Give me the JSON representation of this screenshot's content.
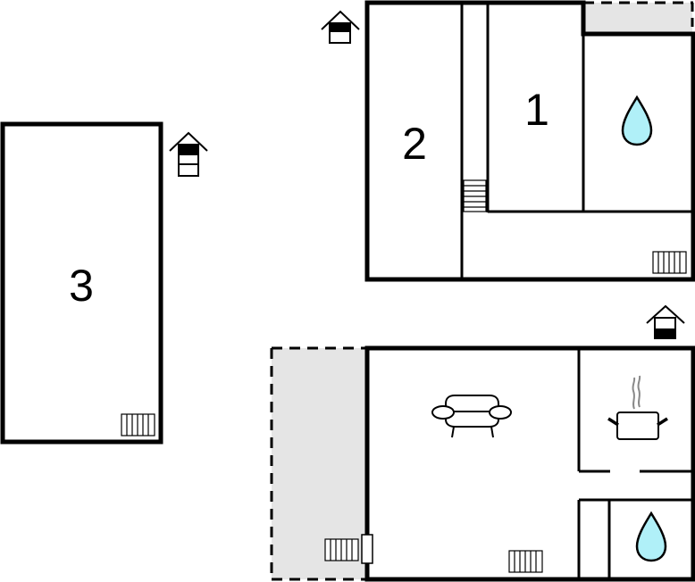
{
  "diagram": {
    "type": "floor-plan",
    "colors": {
      "wall": "#000000",
      "outdoor_area": "#e5e5e5",
      "water_drop": "#b0f0f8",
      "steam": "#888888",
      "background": "#ffffff"
    },
    "buildings": [
      {
        "id": "upper-floor",
        "rooms": [
          {
            "label": "2",
            "kind": "bedroom"
          },
          {
            "label": "1",
            "kind": "bedroom"
          },
          {
            "label": "",
            "kind": "bathroom",
            "icon": "water-drop-icon"
          },
          {
            "label": "",
            "kind": "hallway",
            "icon": "radiator-icon"
          }
        ],
        "features": [
          "stairs-icon",
          "radiator-icon"
        ],
        "floor_indicator": "upper-floor-house-icon",
        "terrace": "balcony"
      },
      {
        "id": "annex",
        "rooms": [
          {
            "label": "3",
            "kind": "bedroom",
            "icon": "radiator-icon"
          }
        ],
        "floor_indicator": "middle-floor-house-icon"
      },
      {
        "id": "ground-floor",
        "rooms": [
          {
            "label": "",
            "kind": "living-room",
            "icon": "sofa-icon"
          },
          {
            "label": "",
            "kind": "kitchen",
            "icon": "cooking-pot-icon"
          },
          {
            "label": "",
            "kind": "bathroom",
            "icon": "water-drop-icon"
          },
          {
            "label": "",
            "kind": "closet"
          }
        ],
        "features": [
          "radiator-icon",
          "radiator-icon",
          "door-icon"
        ],
        "floor_indicator": "ground-floor-house-icon",
        "terrace": "patio"
      }
    ],
    "labels": {
      "room_1": "1",
      "room_2": "2",
      "room_3": "3"
    }
  }
}
